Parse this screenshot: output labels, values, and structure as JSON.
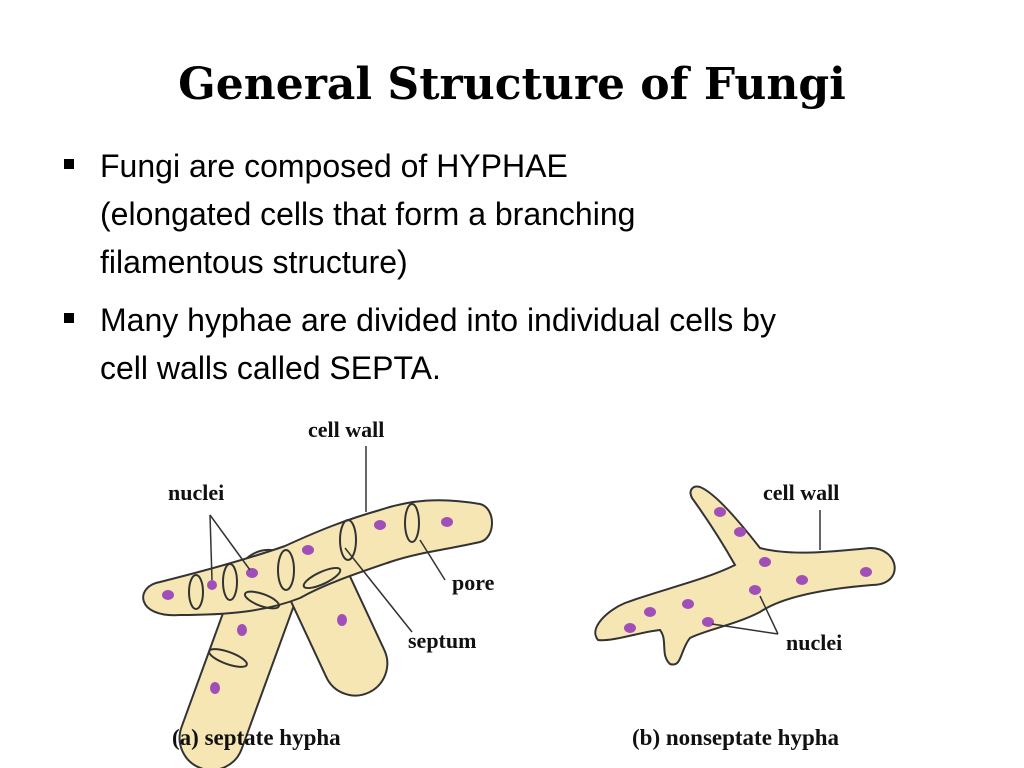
{
  "slide": {
    "title": "General Structure of Fungi",
    "bullets": [
      {
        "lines": [
          "Fungi are composed of HYPHAE",
          "(elongated cells that form a branching",
          "filamentous structure)"
        ]
      },
      {
        "lines": [
          "Many hyphae are divided into individual cells by",
          "cell walls called SEPTA."
        ]
      }
    ]
  },
  "diagram": {
    "septate": {
      "labels": {
        "cell_wall": "cell wall",
        "nuclei": "nuclei",
        "pore": "pore",
        "septum": "septum"
      },
      "caption": "(a) septate hypha"
    },
    "nonseptate": {
      "labels": {
        "cell_wall": "cell wall",
        "nuclei": "nuclei"
      },
      "caption": "(b) nonseptate hypha"
    },
    "colors": {
      "hypha_fill": "#f6e6b4",
      "hypha_outline": "#333333",
      "nucleus": "#a04fb8"
    },
    "icons": {
      "bullet": "square-bullet-icon"
    }
  }
}
